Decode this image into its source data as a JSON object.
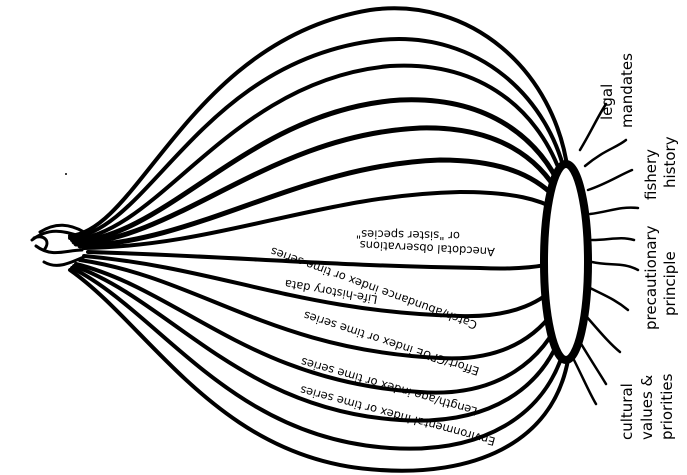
{
  "onion_layers": [
    "Anecdotal observations",
    "or \"sister species\"",
    "Life-history data",
    "Catch/abundance index or time series",
    "Effort/CPUE index or time series",
    "Length/age index or time series",
    "Environmental index or time series"
  ],
  "root_factors": [
    {
      "lines": [
        "legal",
        "mandates"
      ]
    },
    {
      "lines": [
        "fishery",
        "history"
      ]
    },
    {
      "lines": [
        "precautionary",
        "principle"
      ]
    },
    {
      "lines": [
        "cultural",
        "values &",
        "priorities"
      ]
    }
  ]
}
